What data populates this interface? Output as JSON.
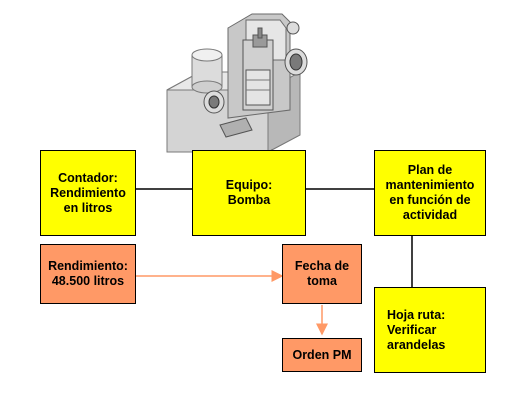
{
  "diagram": {
    "colors": {
      "yellow": "#ffff00",
      "orange": "#ff9966",
      "connector": "#000000",
      "arrow": "#ff9966"
    },
    "nodes": {
      "contador": {
        "text": "Contador:\nRendimiento\nen litros"
      },
      "equipo": {
        "text": "Equipo:\nBomba"
      },
      "plan": {
        "text": "Plan de\nmantenimiento\nen función de\nactividad"
      },
      "rendimiento": {
        "text": "Rendimiento:\n48.500 litros"
      },
      "fecha": {
        "text": "Fecha de\ntoma"
      },
      "orden": {
        "text": "Orden PM"
      },
      "hoja": {
        "text": "Hoja ruta:\nVerificar\narandelas"
      }
    },
    "illustration": {
      "icon": "pump-equipment-icon"
    }
  }
}
